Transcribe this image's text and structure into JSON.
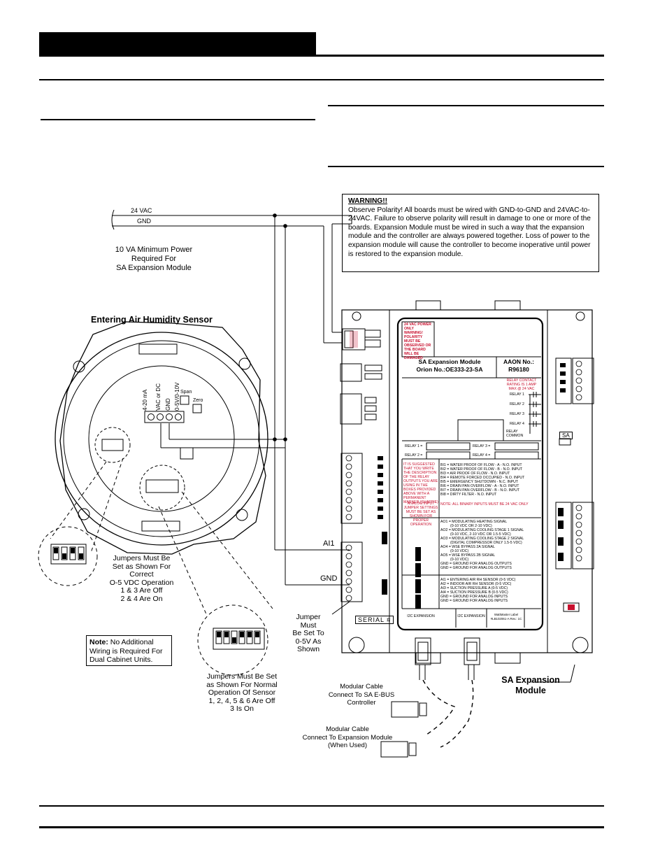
{
  "warning": {
    "title": "WARNING!!",
    "body": "Observe Polarity! All boards must be wired with GND-to-GND and 24VAC-to-24VAC. Failure to observe polarity will result in damage to one or more of the boards. Expansion Module must be wired in such a way that the expansion module and the controller are always powered together. Loss of power to the expansion module will cause the controller to become inoperative until power is restored to the expansion module."
  },
  "power": {
    "vac_label": "24 VAC",
    "gnd_label": "GND",
    "min_power_line1": "10 VA Minimum Power",
    "min_power_line2": "Required For",
    "min_power_line3": "SA Expansion Module"
  },
  "sensor": {
    "title": "Entering Air Humidity Sensor",
    "terminal_labels": [
      "4-20 mA",
      "VAC or DC",
      "GND",
      "0-5V/0-10V"
    ],
    "span_label": "Span",
    "zero_label": "Zero",
    "ai1_label": "AI1",
    "gnd_label": "GND"
  },
  "jumper_notes": {
    "left_line1": "Jumpers Must Be",
    "left_line2": "Set as Shown For",
    "left_line3": "Correct",
    "left_line4": "O-5 VDC Operation",
    "left_line5": "1 & 3 Are Off",
    "left_line6": "2 & 4 Are On",
    "right_line1": "Jumpers Must Be Set",
    "right_line2": "as Shown For Normal",
    "right_line3": "Operation Of Sensor",
    "right_line4": "1, 2, 4, 5 & 6 Are Off",
    "right_line5": "3 Is On",
    "board_line1": "Jumper",
    "board_line2": "Must",
    "board_line3": "Be Set To",
    "board_line4": "0-5V As",
    "board_line5": "Shown"
  },
  "note": {
    "label": "Note:",
    "text": " No Additional Wiring is Required For Dual Cabinet Units."
  },
  "module": {
    "name_line1": "SA Expansion Module",
    "name_line2": "Orion No.:OE333-23-SA",
    "aaon_line1": "AAON No.:",
    "aaon_line2": "R96180",
    "caption_line1": "SA Expansion",
    "caption_line2": "Module",
    "power_warning": "24 VAC POWER ONLY WARNING! POLARITY MUST BE OBSERVED OR THE BOARD WILL BE DAMAGED",
    "relay_contact": "RELAY CONTACT RATING IS 1 AMP MAX @ 24 VAC",
    "relays": [
      "RELAY 1",
      "RELAY 2",
      "RELAY 3",
      "RELAY 4"
    ],
    "relay_common": "RELAY COMMON",
    "relay_fields": [
      "RELAY 1 =",
      "RELAY 3 =",
      "RELAY 2 =",
      "RELAY 4 ="
    ],
    "suggest": "IT IS SUGGESTED THAT YOU WRITE THE DESCRIPTION OF THE RELAY OUTPUTS YOU ARE USING IN THE BOXES PROVIDED ABOVE WITH A PERMANENT MARKER (SHARPIE)",
    "binary_inputs": [
      "BI1 = WATER PROOF OF FLOW - A - N.O. INPUT",
      "BI2 = WATER PROOF OF FLOW - B - N.O. INPUT",
      "BI3 = AIR PROOF OF FLOW - N.O. INPUT",
      "BI4 = REMOTE FORCED OCCUPIED - N.O. INPUT",
      "BI5 = EMERGENCY SHUTDOWN - N.C. INPUT",
      "BI6 = DRAIN PAN OVERFLOW - A - N.O. INPUT",
      "BI7 = DRAIN PAN OVERFLOW - B - N.O. INPUT",
      "BI8 = DIRTY FILTER - N.O. INPUT"
    ],
    "bi_note": "NOTE: ALL BINARY INPUTS MUST BE 24 VAC ONLY",
    "analog_jumper": "ANALOG INPUT JUMPER SETTINGS MUST BE SET AS SHOWN FOR PROPER OPERATION",
    "analog_outputs": [
      "AO1 = MODULATING HEATING SIGNAL",
      "(0-10 VDC OR 2-10 VDC)",
      "AO2 = MODULATING COOLING STAGE 1 SIGNAL",
      "(0-10 VDC, 2-10 VDC OR 1.5-5 VDC)",
      "AO3 = MODULATING COOLING STAGE 2 SIGNAL",
      "(DIGITAL COMPRESSOR ONLY 1.5-5 VDC)",
      "AO4 = WSE BYPASS 2A SIGNAL",
      "(0-10 VDC)",
      "AO5 = WSE BYPASS 2B SIGNAL",
      "(0-10 VDC)",
      "GND = GROUND FOR ANALOG OUTPUTS",
      "GND = GROUND FOR ANALOG OUTPUTS"
    ],
    "analog_inputs": [
      "AI1 = ENTERING AIR RH SENSOR (0-5 VDC)",
      "AI2 = INDOOR AIR RH SENSOR (0-5 VDC)",
      "AI3 = SUCTION PRESSURE A (0-5 VDC)",
      "AI4 = SUCTION PRESSURE B (0-5 VDC)",
      "GND = GROUND FOR ANALOG INPUTS",
      "GND = GROUND FOR ANALOG INPUTS"
    ],
    "i2c_label": "I2C EXPANSION",
    "watt_label": "WattMaster Label #LB102061-A Rev.: 1C",
    "sa_tag": "SA",
    "serial": "SERIAL #"
  },
  "cables": {
    "sa_line1": "Modular Cable",
    "sa_line2": "Connect To SA E-BUS",
    "sa_line3": "Controller",
    "exp_line1": "Modular Cable",
    "exp_line2": "Connect To Expansion Module",
    "exp_line3": "(When Used)"
  }
}
